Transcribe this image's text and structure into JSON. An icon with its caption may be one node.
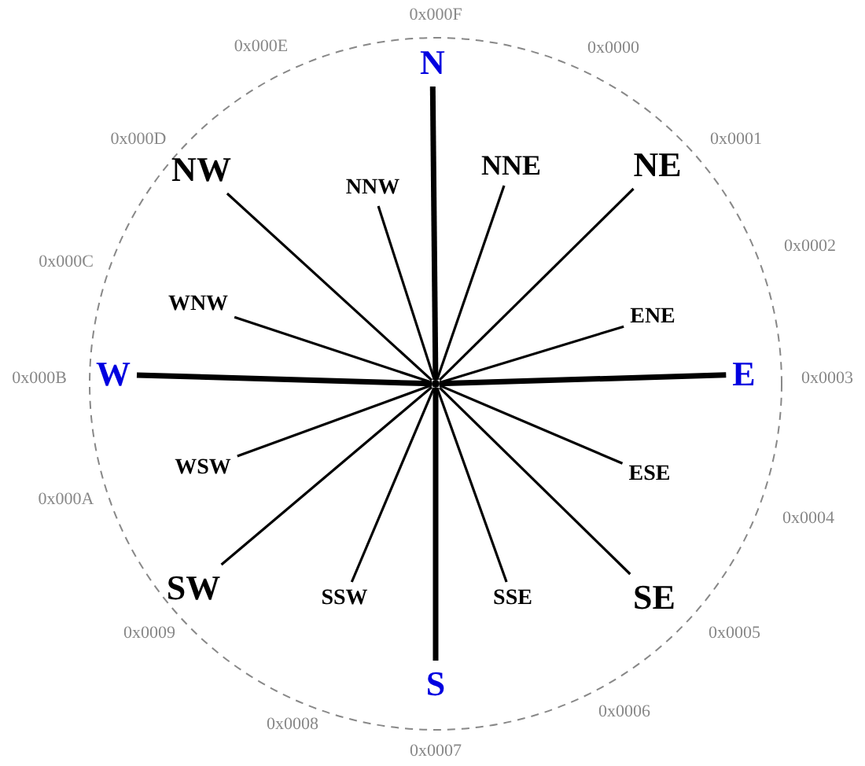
{
  "diagram": {
    "nodes": [
      {
        "text": [
          "N"
        ]
      },
      {
        "text": [
          "NNE"
        ]
      },
      {
        "text": [
          "NE"
        ]
      },
      {
        "text": [
          "ENE"
        ]
      },
      {
        "text": [
          "E"
        ]
      },
      {
        "text": [
          "ESE"
        ]
      },
      {
        "text": [
          "SE"
        ]
      },
      {
        "text": [
          "SSE"
        ]
      },
      {
        "text": [
          "S"
        ]
      },
      {
        "text": [
          "SSW"
        ]
      },
      {
        "text": [
          "SW"
        ]
      },
      {
        "text": [
          "WSW"
        ]
      },
      {
        "text": [
          "W"
        ]
      },
      {
        "text": [
          "WNW"
        ]
      },
      {
        "text": [
          "NW"
        ]
      },
      {
        "text": [
          "NNW"
        ]
      },
      {
        "text": [],
        "shape": "point"
      }
    ],
    "edges": [
      {
        "from": 16,
        "to": 0,
        "arrow": "none",
        "style": "thick"
      },
      {
        "from": 16,
        "to": 1,
        "arrow": "none"
      },
      {
        "from": 16,
        "to": 2,
        "arrow": "none"
      },
      {
        "from": 16,
        "to": 3,
        "arrow": "none"
      },
      {
        "from": 16,
        "to": 4,
        "arrow": "none",
        "style": "thick"
      },
      {
        "from": 16,
        "to": 5,
        "arrow": "none"
      },
      {
        "from": 16,
        "to": 6,
        "arrow": "none"
      },
      {
        "from": 16,
        "to": 7,
        "arrow": "none"
      },
      {
        "from": 16,
        "to": 8,
        "arrow": "none",
        "style": "thick"
      },
      {
        "from": 16,
        "to": 9,
        "arrow": "none"
      },
      {
        "from": 16,
        "to": 10,
        "arrow": "none"
      },
      {
        "from": 16,
        "to": 11,
        "arrow": "none"
      },
      {
        "from": 16,
        "to": 12,
        "arrow": "none",
        "style": "thick"
      },
      {
        "from": 16,
        "to": 13,
        "arrow": "none"
      },
      {
        "from": 16,
        "to": 14,
        "arrow": "none"
      },
      {
        "from": 16,
        "to": 15,
        "arrow": "none"
      }
    ],
    "labels": [
      "0x0000",
      "0x0001",
      "0x0002",
      "0x0003",
      "0x0004",
      "0x0005",
      "0x0006",
      "0x0007",
      "0x0008",
      "0x0009",
      "0x000A",
      "0x000B",
      "0x000C",
      "0x000D",
      "0x000E",
      "0x000F"
    ]
  }
}
